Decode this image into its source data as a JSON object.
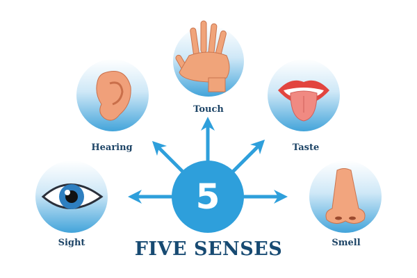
{
  "title": "FIVE SENSES",
  "center_number": "5",
  "senses": [
    {
      "label": "Touch",
      "icon": "hand-icon"
    },
    {
      "label": "Hearing",
      "icon": "ear-icon"
    },
    {
      "label": "Taste",
      "icon": "tongue-icon"
    },
    {
      "label": "Sight",
      "icon": "eye-icon"
    },
    {
      "label": "Smell",
      "icon": "nose-icon"
    }
  ],
  "colors": {
    "accent": "#2e9fdb",
    "title": "#174a72",
    "circle_light": "#e9f5fc",
    "circle_dark": "#4aa8dc"
  }
}
